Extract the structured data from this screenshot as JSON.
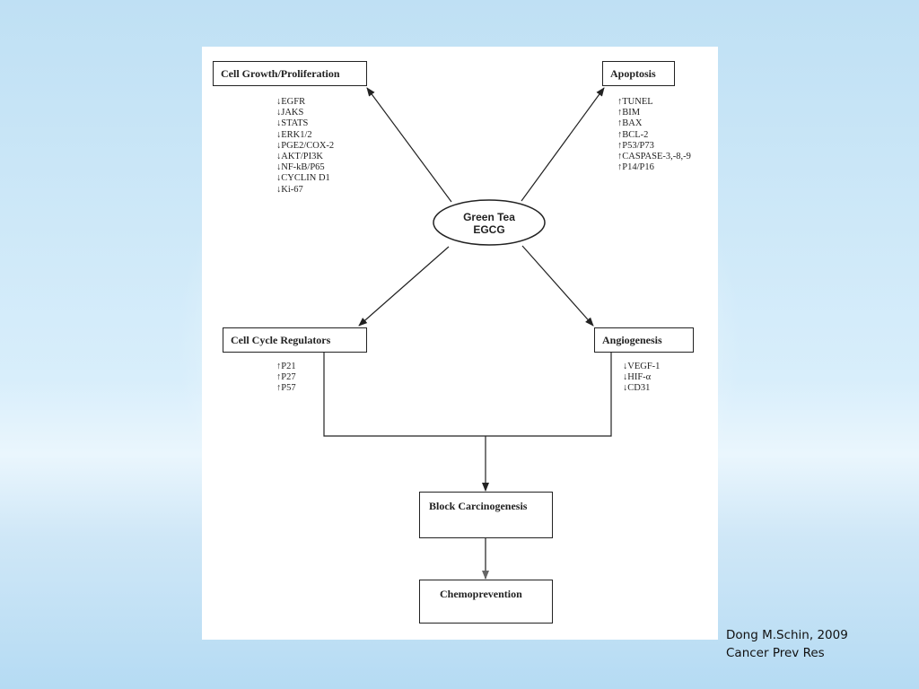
{
  "diagram": {
    "center": {
      "line1": "Green Tea",
      "line2": "EGCG"
    },
    "boxes": {
      "growth": "Cell Growth/Proliferation",
      "apoptosis": "Apoptosis",
      "cell_cycle": "Cell Cycle Regulators",
      "angiogenesis": "Angiogenesis",
      "block": "Block Carcinogenesis",
      "chemo": "Chemoprevention"
    },
    "growth_markers": [
      "↓EGFR",
      "↓JAKS",
      "↓STATS",
      "↓ERK1/2",
      "↓PGE2/COX-2",
      "↓AKT/PI3K",
      "↓NF-kB/P65",
      "↓CYCLIN D1",
      "↓Ki-67"
    ],
    "apoptosis_markers": [
      "↑TUNEL",
      "↑BIM",
      "↑BAX",
      "↑BCL-2",
      "↑P53/P73",
      "↑CASPASE-3,-8,-9",
      "↑P14/P16"
    ],
    "cell_cycle_markers": [
      "↑P21",
      "↑P27",
      "↑P57"
    ],
    "angiogenesis_markers": [
      "↓VEGF-1",
      "↓HIF-α",
      "↓CD31"
    ]
  },
  "citation": {
    "line1": "Dong M.Schin, 2009",
    "line2": "Cancer Prev Res"
  },
  "colors": {
    "line": "#222222",
    "gray_arrow": "#777777"
  }
}
